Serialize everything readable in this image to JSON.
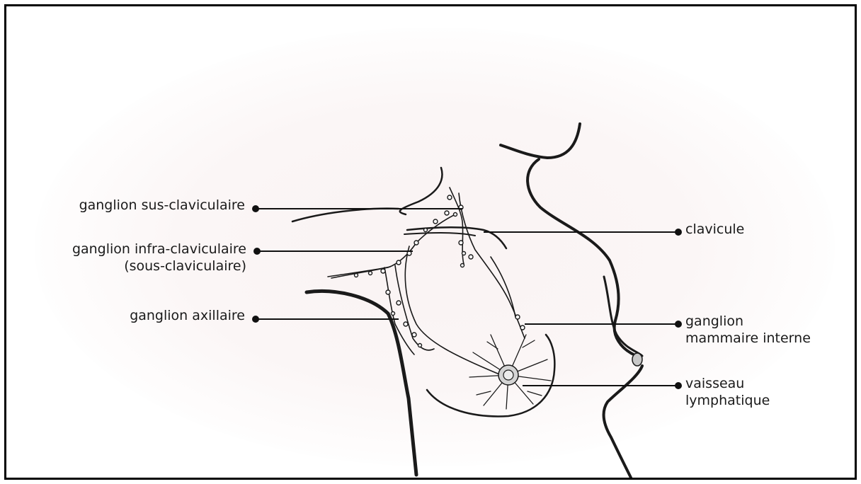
{
  "labels": {
    "supraclavicular": "ganglion sus-claviculaire",
    "infraclavicular_line1": "ganglion infra-claviculaire",
    "infraclavicular_line2": "(sous-claviculaire)",
    "axillary": "ganglion axillaire",
    "clavicle": "clavicule",
    "internal_mammary_line1": "ganglion",
    "internal_mammary_line2": "mammaire interne",
    "lymph_vessel_line1": "vaisseau",
    "lymph_vessel_line2": "lymphatique"
  },
  "colors": {
    "ink": "#1a1a1a",
    "border": "#000000",
    "background_wash": "#faf3f3",
    "areola": "#c8c8c8"
  }
}
